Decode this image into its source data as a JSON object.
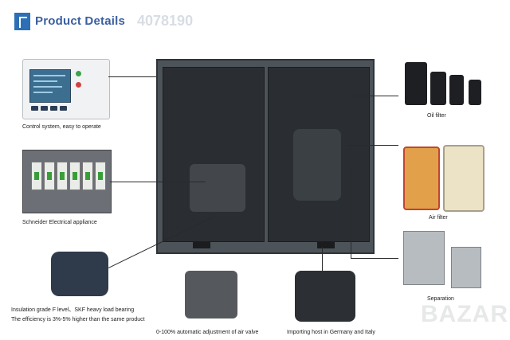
{
  "header": {
    "title": "Product Details",
    "listing_number": "4078190"
  },
  "labels": {
    "control_system": "Control system, easy to operate",
    "electrical": "Schneider Electrical appliance",
    "oil_filter": "Oil filter",
    "air_filter": "Air filter",
    "separation": "Separation",
    "motor_line1": "Insulation grade F level、SKF heavy load bearing",
    "motor_line2": "The efficiency is 3%-5% higher than the same product",
    "valve": "0-100% automatic adjustment of air valve",
    "host": "Importing host in Germany and Italy"
  },
  "watermark": "BAZAR"
}
